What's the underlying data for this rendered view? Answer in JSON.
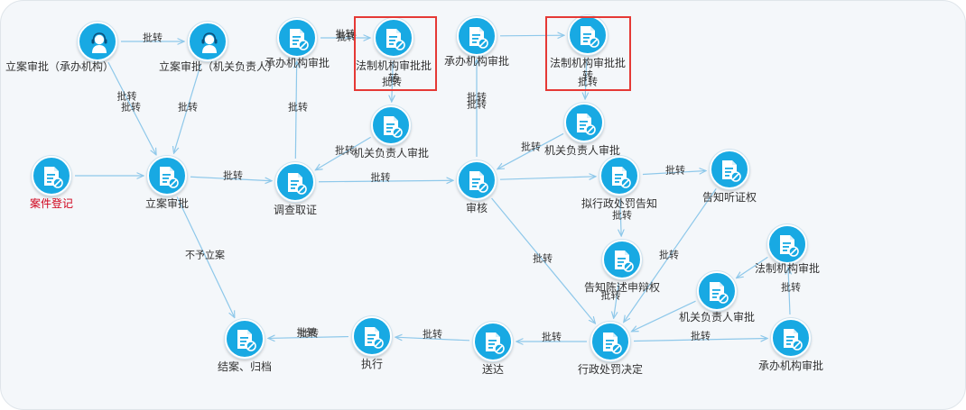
{
  "colors": {
    "node": "#18a9e3",
    "edge": "#8ec8ea",
    "highlight": "#e53935",
    "start_label": "#d0021b"
  },
  "nodes": [
    {
      "id": "n1",
      "icon": "user-headset-icon",
      "label": "立案审批（承办机构）"
    },
    {
      "id": "n2",
      "icon": "user-headset-icon",
      "label": "立案审批（机关负责人）"
    },
    {
      "id": "n3",
      "icon": "document-icon",
      "label": "承办机构审批"
    },
    {
      "id": "n4",
      "icon": "document-icon",
      "label": "法制机构审批批转"
    },
    {
      "id": "n5",
      "icon": "document-icon",
      "label": "承办机构审批"
    },
    {
      "id": "n6",
      "icon": "document-icon",
      "label": "法制机构审批批转"
    },
    {
      "id": "n7",
      "icon": "document-icon",
      "label": "机关负责人审批"
    },
    {
      "id": "n8",
      "icon": "document-icon",
      "label": "机关负责人审批"
    },
    {
      "id": "n9",
      "icon": "document-icon",
      "label": "案件登记"
    },
    {
      "id": "n10",
      "icon": "document-icon",
      "label": "立案审批"
    },
    {
      "id": "n11",
      "icon": "document-icon",
      "label": "调查取证"
    },
    {
      "id": "n12",
      "icon": "document-icon",
      "label": "审核"
    },
    {
      "id": "n13",
      "icon": "document-icon",
      "label": "拟行政处罚告知"
    },
    {
      "id": "n14",
      "icon": "document-icon",
      "label": "告知听证权"
    },
    {
      "id": "n15",
      "icon": "document-icon",
      "label": "告知陈述申辩权"
    },
    {
      "id": "n16",
      "icon": "document-icon",
      "label": "法制机构审批"
    },
    {
      "id": "n17",
      "icon": "document-icon",
      "label": "机关负责人审批"
    },
    {
      "id": "n18",
      "icon": "document-icon",
      "label": "结案、归档"
    },
    {
      "id": "n19",
      "icon": "document-icon",
      "label": "执行"
    },
    {
      "id": "n20",
      "icon": "document-icon",
      "label": "送达"
    },
    {
      "id": "n21",
      "icon": "document-icon",
      "label": "行政处罚决定"
    },
    {
      "id": "n22",
      "icon": "document-icon",
      "label": "承办机构审批"
    }
  ],
  "edges": [
    {
      "from": "n1",
      "to": "n2",
      "label": "批转"
    },
    {
      "from": "n3",
      "to": "n4",
      "label": "批转"
    },
    {
      "from": "n5",
      "to": "n6",
      "label": "批转"
    },
    {
      "from": "n1",
      "to": "n10",
      "label": "批转"
    },
    {
      "from": "n2",
      "to": "n10",
      "label": "批转"
    },
    {
      "from": "n9",
      "to": "n10",
      "label": "批转"
    },
    {
      "from": "n10",
      "to": "n11",
      "label": "批转"
    },
    {
      "from": "n11",
      "to": "n3",
      "label": "批转"
    },
    {
      "from": "n4",
      "to": "n7",
      "label": "批转"
    },
    {
      "from": "n7",
      "to": "n11",
      "label": "批转"
    },
    {
      "from": "n11",
      "to": "n12",
      "label": "批转"
    },
    {
      "from": "n12",
      "to": "n5",
      "label": "批转"
    },
    {
      "from": "n6",
      "to": "n8",
      "label": "批转"
    },
    {
      "from": "n8",
      "to": "n12",
      "label": "批转"
    },
    {
      "from": "n12",
      "to": "n13",
      "label": "批转"
    },
    {
      "from": "n13",
      "to": "n14",
      "label": "批转"
    },
    {
      "from": "n13",
      "to": "n15",
      "label": "批转"
    },
    {
      "from": "n10",
      "to": "n18",
      "label": "不予立案"
    },
    {
      "from": "n12",
      "to": "n21",
      "label": "批转"
    },
    {
      "from": "n14",
      "to": "n21",
      "label": "批转"
    },
    {
      "from": "n15",
      "to": "n21",
      "label": "批转"
    },
    {
      "from": "n22",
      "to": "n16",
      "label": "批转"
    },
    {
      "from": "n16",
      "to": "n17",
      "label": ""
    },
    {
      "from": "n17",
      "to": "n21",
      "label": "批转"
    },
    {
      "from": "n21",
      "to": "n22",
      "label": "批转"
    },
    {
      "from": "n21",
      "to": "n20",
      "label": "批转"
    },
    {
      "from": "n20",
      "to": "n19",
      "label": "批转"
    },
    {
      "from": "n19",
      "to": "n18",
      "label": "批转"
    }
  ]
}
